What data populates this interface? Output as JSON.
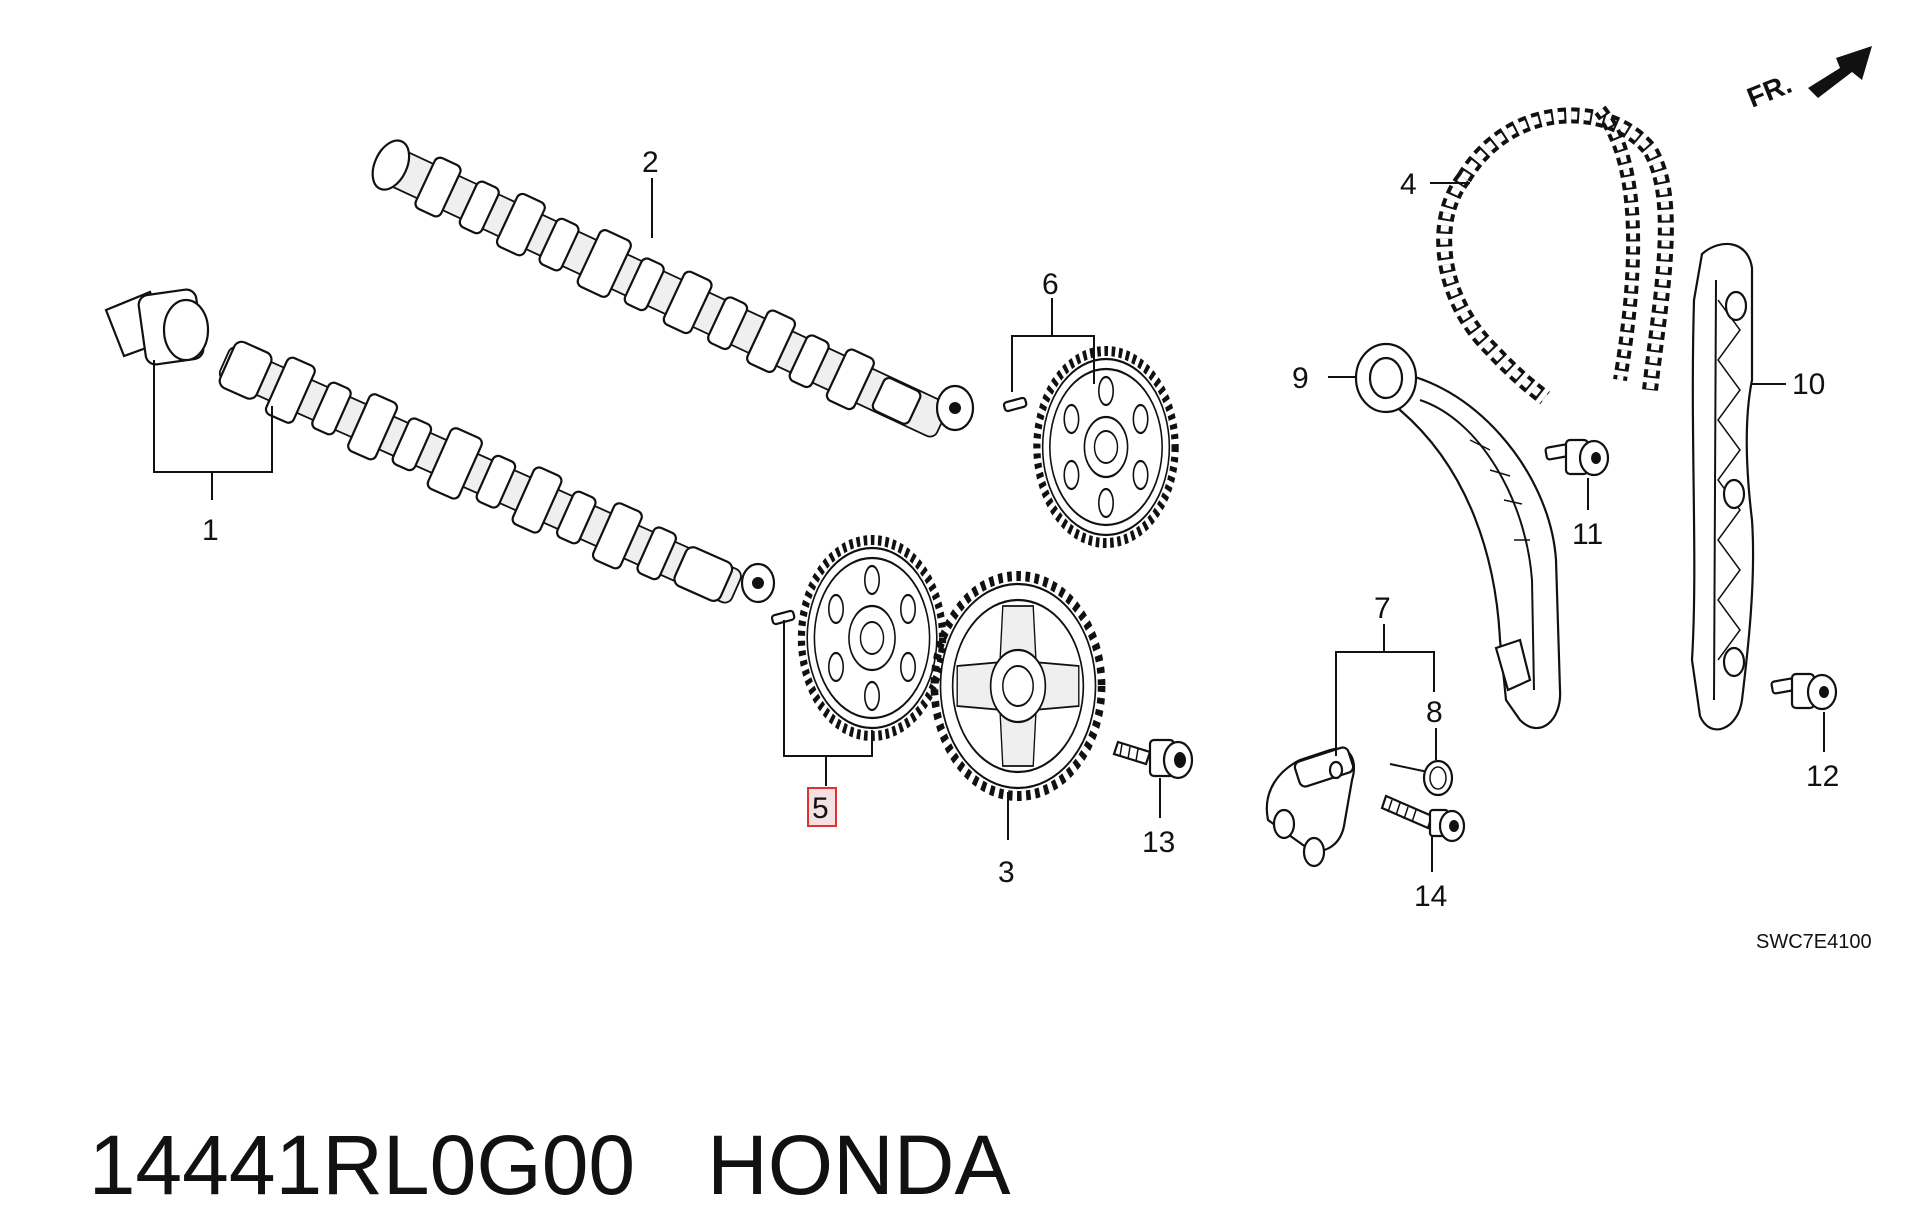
{
  "diagram": {
    "direction_label": "FR.",
    "figure_code": "SWC7E4100",
    "callouts": [
      "1",
      "2",
      "3",
      "4",
      "5",
      "6",
      "7",
      "8",
      "9",
      "10",
      "11",
      "12",
      "13",
      "14"
    ],
    "highlighted_callout": "5",
    "highlight_color": "#e03030"
  },
  "footer": {
    "part_number": "14441RL0G00",
    "brand": "HONDA"
  }
}
